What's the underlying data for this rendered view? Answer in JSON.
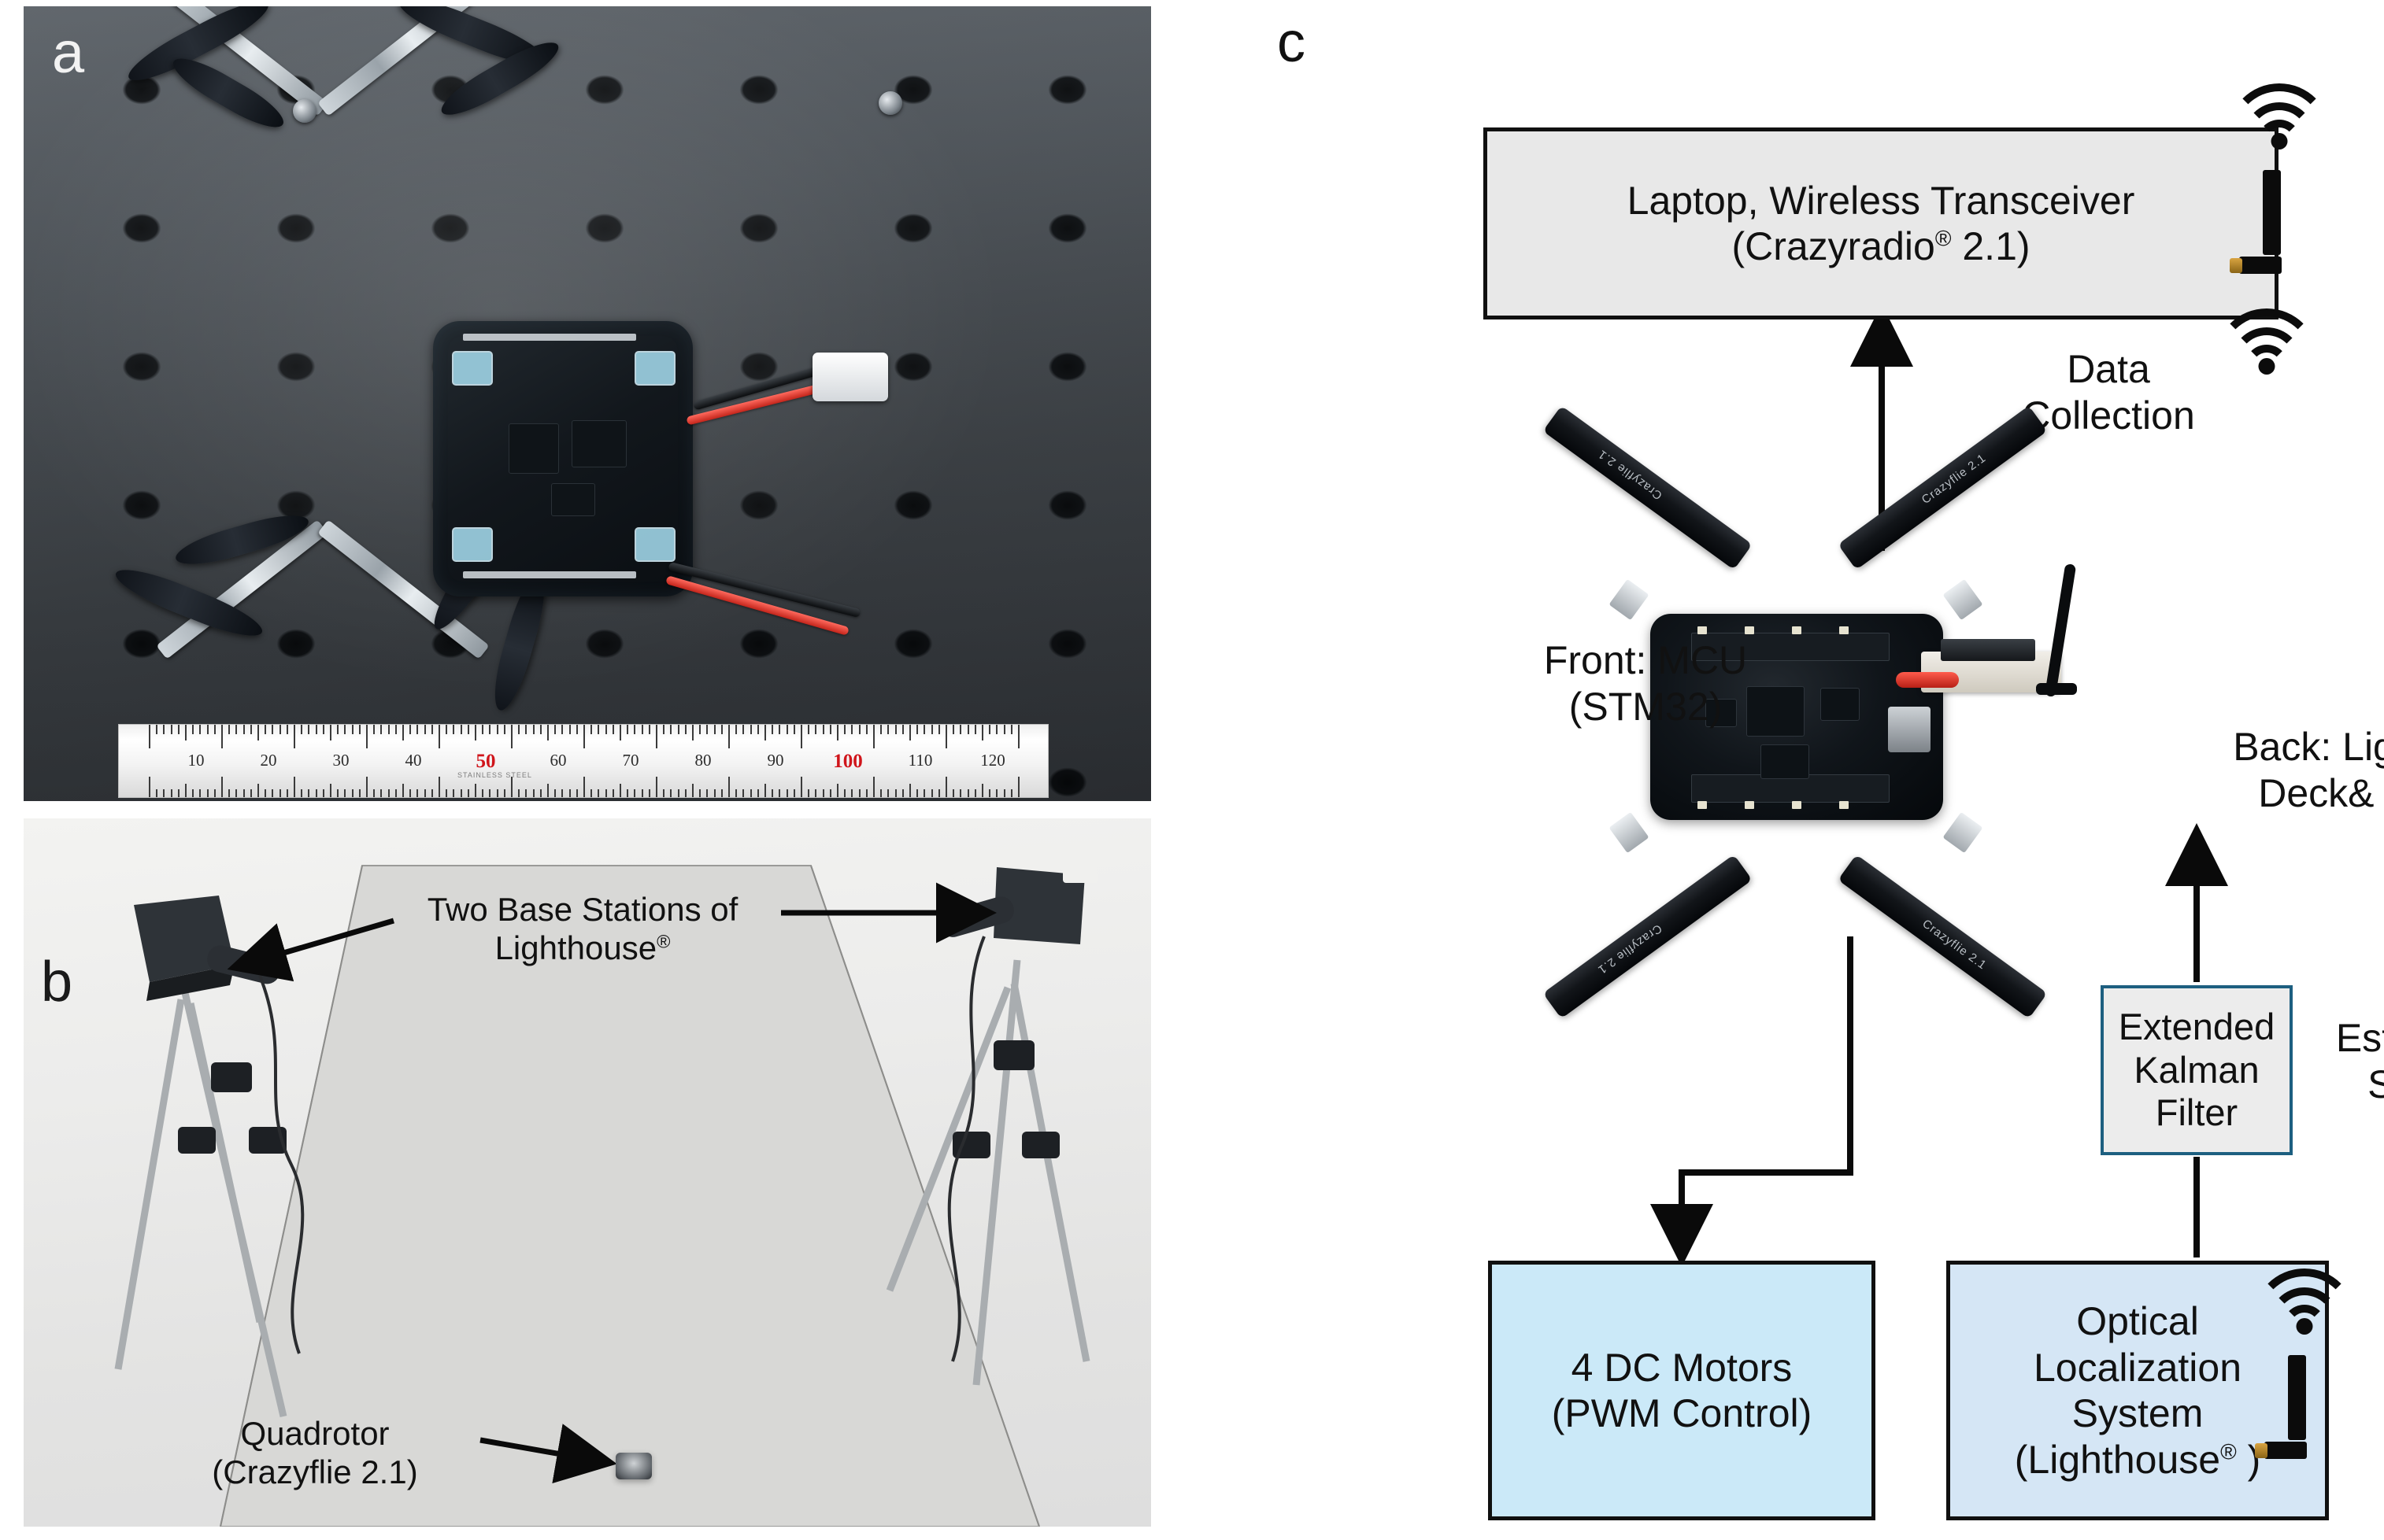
{
  "figure": {
    "panels": [
      {
        "id": "a",
        "label": "a"
      },
      {
        "id": "b",
        "label": "b"
      },
      {
        "id": "c",
        "label": "c"
      }
    ]
  },
  "panel_a": {
    "label": "a",
    "subject": "quadrotor-top-view-photo",
    "ruler": {
      "brand": "STAINLESS STEEL",
      "unit": "mm",
      "ticks": [
        "10",
        "20",
        "30",
        "40",
        "50",
        "60",
        "70",
        "80",
        "90",
        "100",
        "110",
        "120"
      ],
      "highlighted_ticks": [
        "50",
        "100"
      ],
      "highlight_color": "#d0151b"
    }
  },
  "panel_b": {
    "label": "b",
    "annotations": [
      {
        "name": "base-stations",
        "line1": "Two Base Stations of",
        "line2": "Lighthouse",
        "superscript": "®"
      },
      {
        "name": "quadrotor",
        "line1": "Quadrotor",
        "line2": "(Crazyflie 2.1)"
      }
    ]
  },
  "panel_c": {
    "label": "c",
    "nodes": {
      "laptop": {
        "line1": "Laptop, Wireless Transceiver",
        "line2_prefix": "(Crazyradio",
        "line2_sup": "®",
        "line2_suffix": " 2.1)",
        "fill": "#e8e8e8",
        "border": "#101010"
      },
      "ekf": {
        "line1": "Extended",
        "line2": "Kalman",
        "line3": "Filter",
        "fill": "#ececec",
        "border": "#1d5f80"
      },
      "motors": {
        "line1": "4 DC Motors",
        "line2": "(PWM  Control)",
        "fill": "#cbe9f8",
        "border": "#101010"
      },
      "ols": {
        "line1": "Optical",
        "line2": "Localization",
        "line3": "System",
        "line4_prefix": "(Lighthouse",
        "line4_sup": "®",
        "line4_suffix": " )",
        "fill": "#d5e6f5",
        "border": "#101010"
      }
    },
    "labels": {
      "data_collection": {
        "line1": "Data",
        "line2": "Collection"
      },
      "front_mcu": {
        "line1": "Front: MCU",
        "line2": "(STM32)"
      },
      "back_deck": {
        "line1": "Back: Lighthouse",
        "line2": "Deck& Battery"
      },
      "estimated_states": {
        "line1": "Estimated",
        "line2": "States"
      }
    },
    "icons": {
      "wifi_laptop": "wifi-icon",
      "wifi_drone": "wifi-icon",
      "wifi_ols": "wifi-icon",
      "antenna_laptop": "antenna-icon",
      "antenna_drone": "antenna-icon",
      "antenna_ols": "antenna-icon"
    },
    "drone": {
      "arm_text": "Crazyflie 2.1"
    },
    "edges": [
      {
        "from": "drone",
        "to": "laptop",
        "label": "Data Collection",
        "arrow": "up"
      },
      {
        "from": "drone",
        "to": "motors",
        "arrow": "down"
      },
      {
        "from": "ekf",
        "to": "drone",
        "label": "Estimated States",
        "arrow": "up"
      },
      {
        "from": "ols",
        "to": "ekf",
        "arrow": "none"
      }
    ]
  }
}
